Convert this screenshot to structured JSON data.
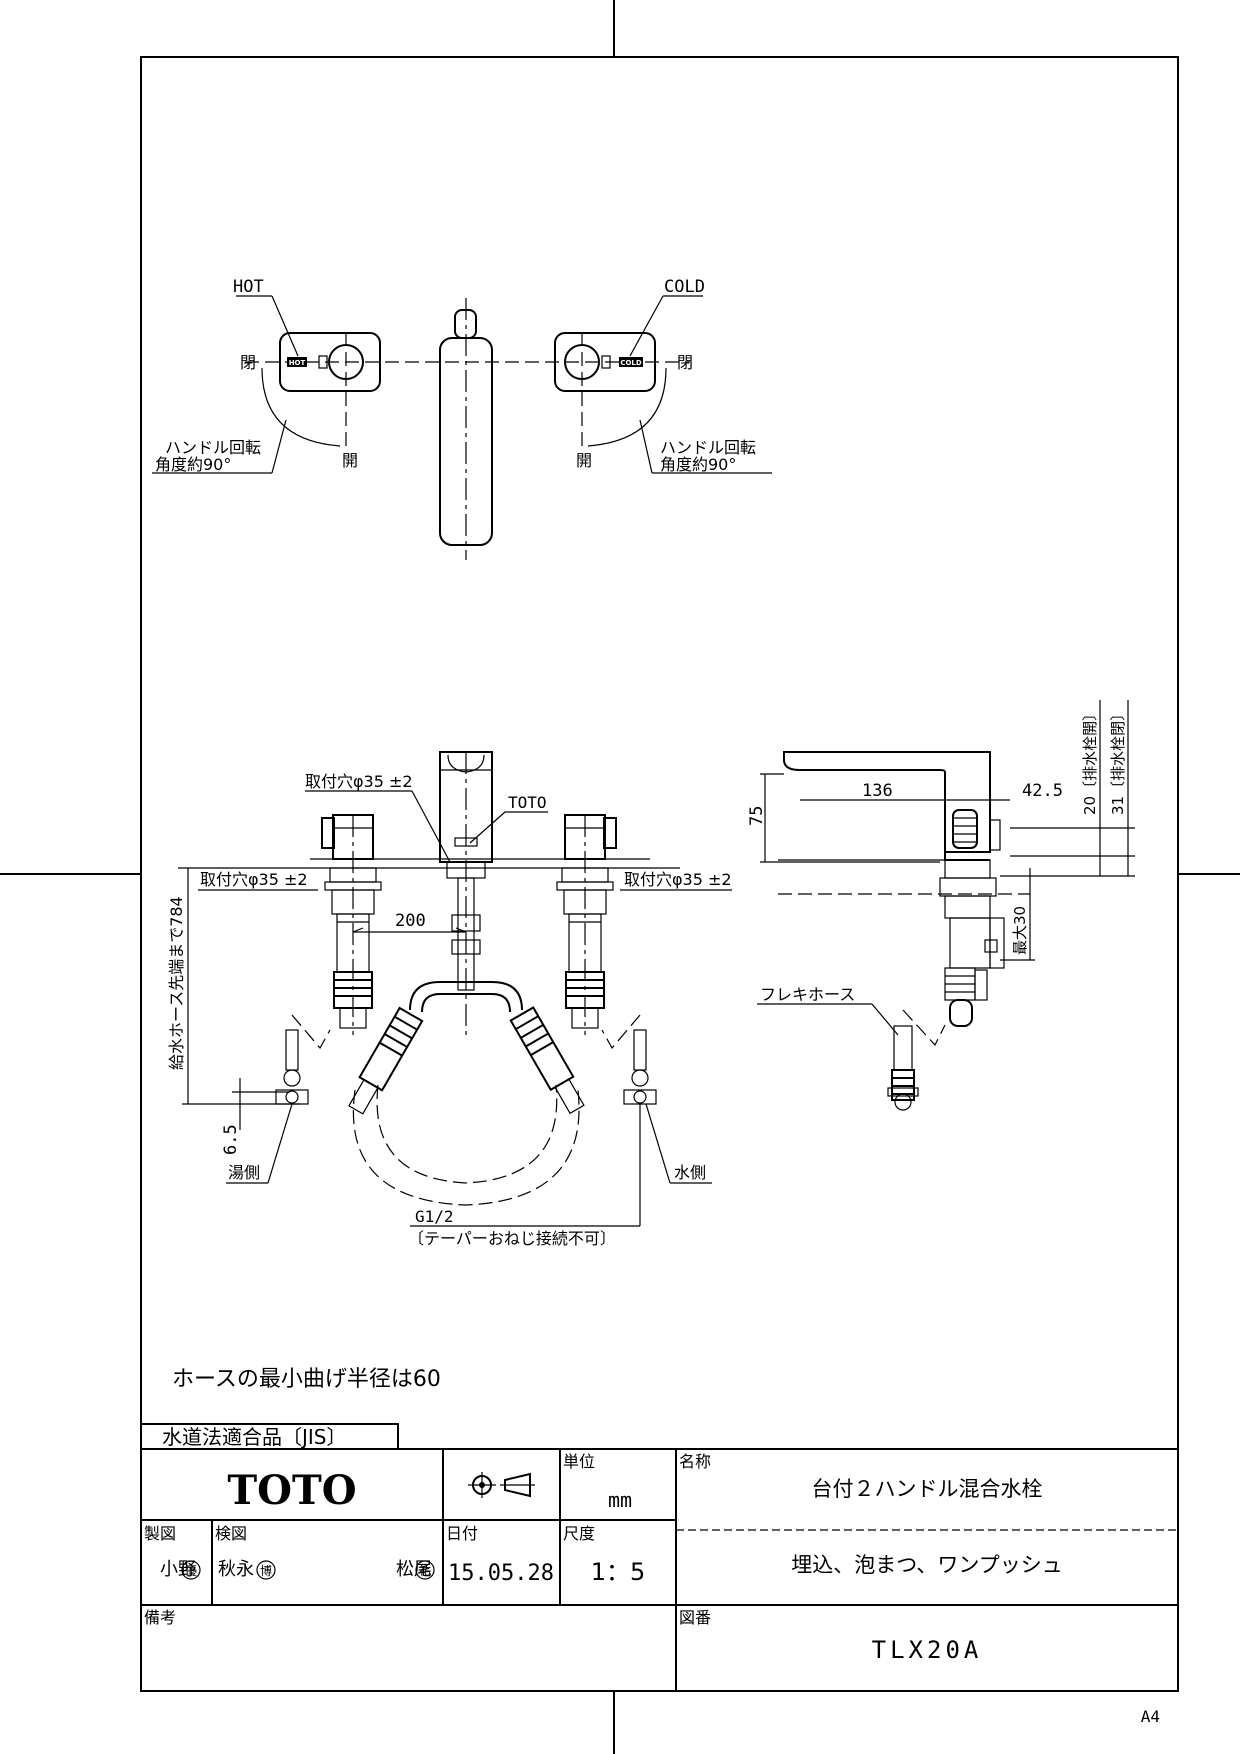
{
  "top_view": {
    "hot_label": "HOT",
    "cold_label": "COLD",
    "hot_badge": "HOT",
    "cold_badge": "COLD",
    "close_left": "閉",
    "close_right": "閉",
    "open_left": "開",
    "open_right": "開",
    "rotation_left_l1": "ハンドル回転",
    "rotation_left_l2": "角度約90°",
    "rotation_right_l1": "ハンドル回転",
    "rotation_right_l2": "角度約90°"
  },
  "front_view": {
    "hole_top": "取付穴φ35 ±2",
    "hole_left": "取付穴φ35 ±2",
    "hole_right": "取付穴φ35 ±2",
    "brand_tag": "TOTO",
    "dim_200": "200",
    "hose_length": "給水ホース先端まで784",
    "dim_6_5": "6.5",
    "hot_side": "湯側",
    "cold_side": "水側",
    "thread": "G1/2",
    "thread_note": "〔テーパーおねじ接続不可〕"
  },
  "side_view": {
    "dim_136": "136",
    "dim_75": "75",
    "dim_42_5": "42.5",
    "dim_20": "20〔排水栓開〕",
    "dim_31": "31〔排水栓閉〕",
    "max_30": "最大30",
    "flex_hose": "フレキホース"
  },
  "note": "ホースの最小曲げ半径は60",
  "title_block": {
    "jis": "水道法適合品〔JIS〕",
    "logo": "TOTO",
    "unit_label": "単位",
    "unit_value": "mm",
    "name_label": "名称",
    "name_value": "台付２ハンドル混合水栓",
    "drawn_label": "製図",
    "drawn_name": "小野",
    "drawn_seal": "優",
    "checked_label": "検図",
    "checked_name": "秋永",
    "checked_seal": "博",
    "approved_name": "松尾",
    "approved_seal": "祐",
    "date_label": "日付",
    "date_value": "15.05.28",
    "scale_label": "尺度",
    "scale_value": "1：5",
    "desc_value": "埋込、泡まつ、ワンプッシュ",
    "remarks_label": "備考",
    "drawing_no_label": "図番",
    "drawing_no_value": "TLX20A"
  },
  "paper_size": "A4"
}
